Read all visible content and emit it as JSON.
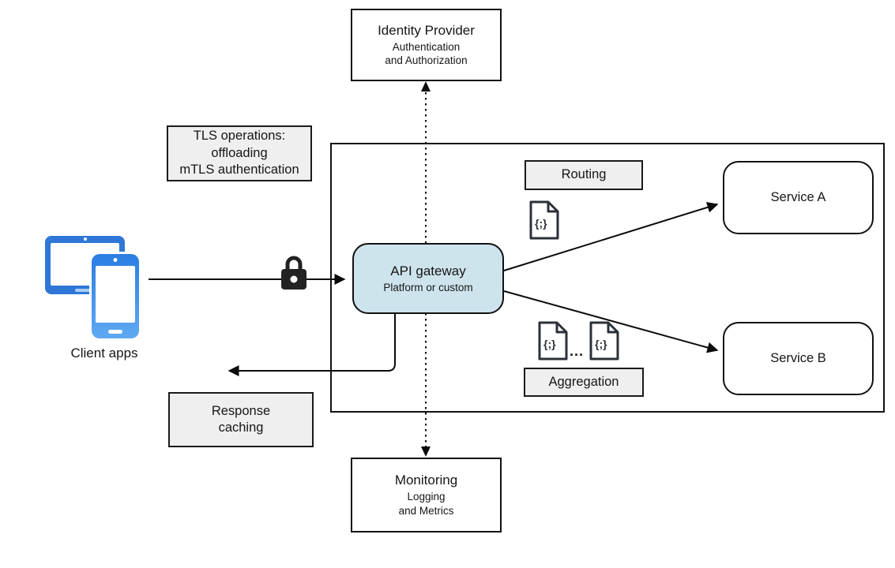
{
  "diagram": {
    "identity_provider": {
      "title": "Identity Provider",
      "line1": "Authentication",
      "line2": "and Authorization"
    },
    "tls_note": {
      "line1": "TLS operations:",
      "line2": "offloading",
      "line3": "mTLS authentication"
    },
    "client_apps": {
      "label": "Client apps"
    },
    "api_gateway": {
      "title": "API gateway",
      "subtitle": "Platform or custom"
    },
    "routing": {
      "label": "Routing"
    },
    "aggregation": {
      "label": "Aggregation",
      "ellipsis": "..."
    },
    "services": {
      "a": "Service A",
      "b": "Service B"
    },
    "response_caching": {
      "line1": "Response",
      "line2": "caching"
    },
    "monitoring": {
      "title": "Monitoring",
      "line1": "Logging",
      "line2": "and Metrics"
    },
    "doc_glyph": "{;}",
    "colors": {
      "gateway_fill": "#cee4ed",
      "label_fill": "#efefef",
      "line": "#0b0b0b",
      "device_blue": "#2e77d8",
      "device_blue_light": "#5fa9f2"
    }
  }
}
